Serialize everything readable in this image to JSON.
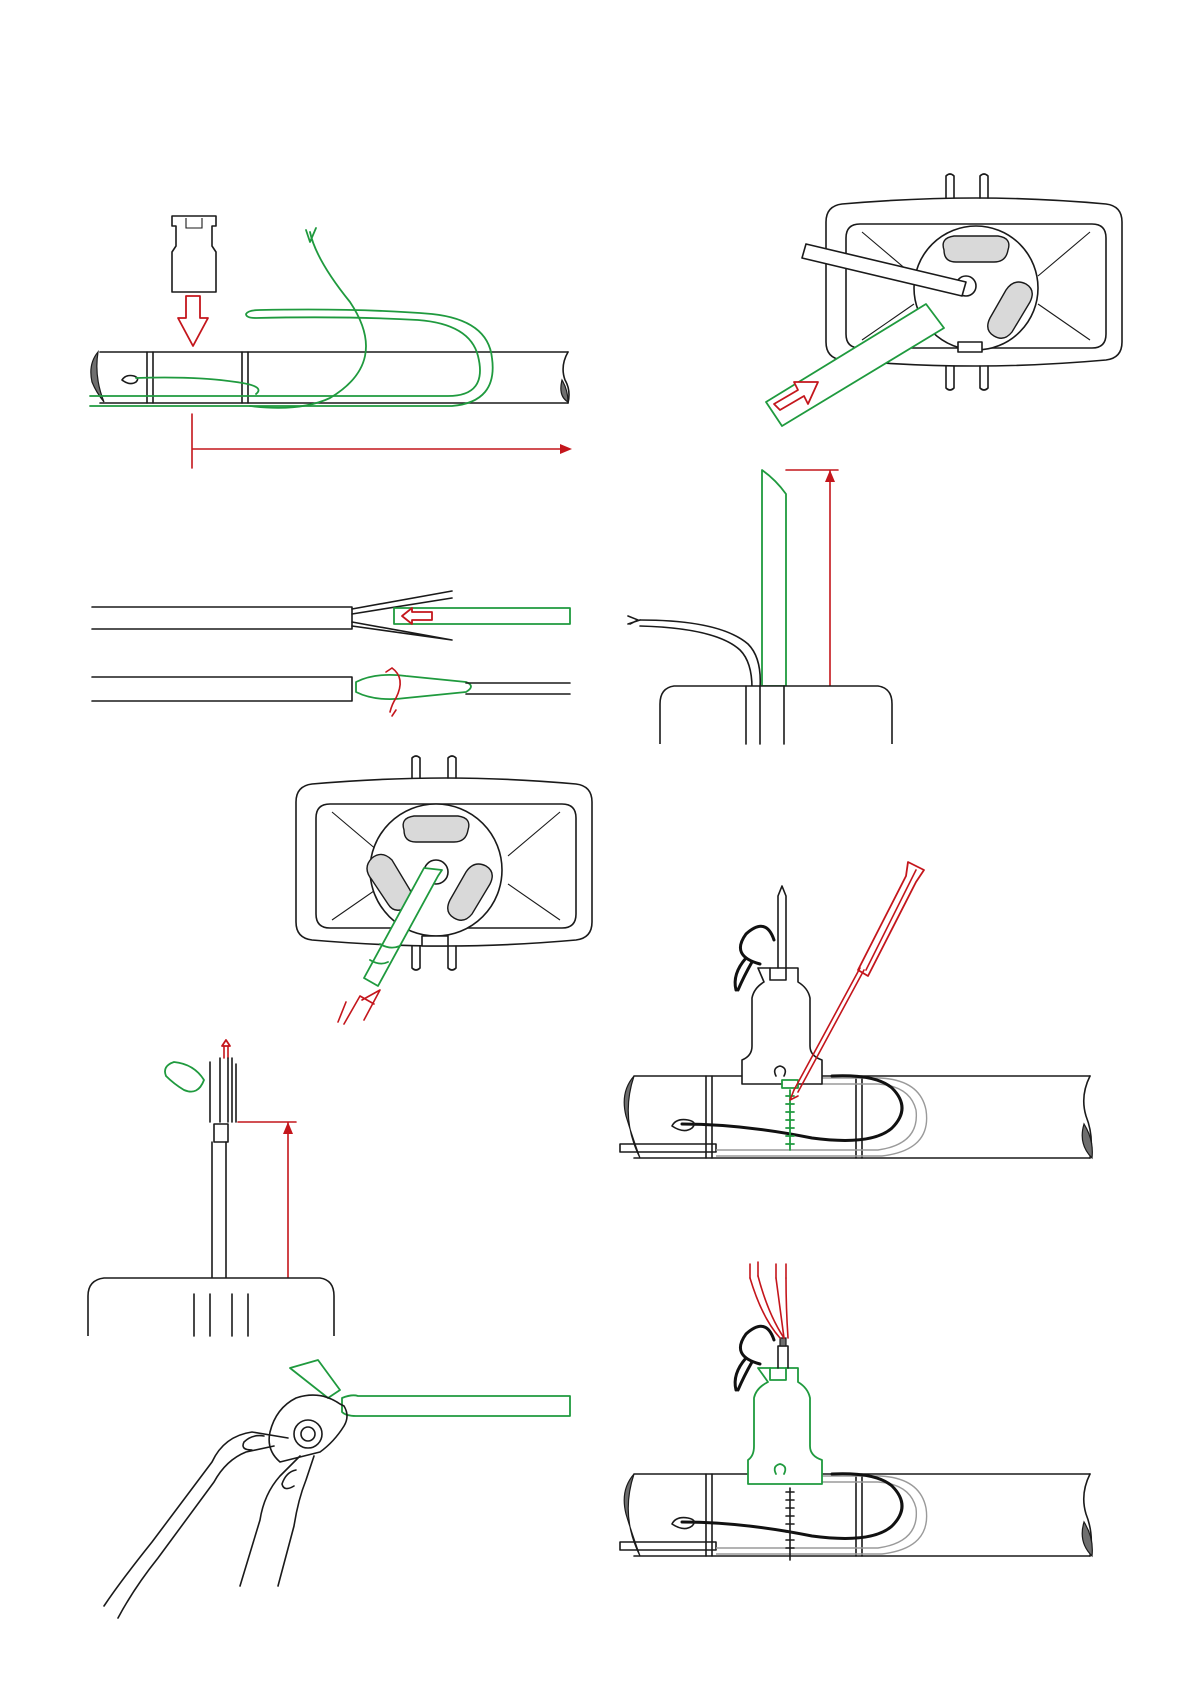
{
  "colors": {
    "line": "#1a1a1a",
    "accent_green": "#1f9a3e",
    "accent_red": "#c4161c",
    "fill_gray": "#d9d9d9",
    "background": "#ffffff"
  },
  "figure": {
    "steps": [
      {
        "id": "step-1",
        "icon": "pipe-with-heating-cable-icon"
      },
      {
        "id": "step-2",
        "icon": "gland-housing-insertion-icon"
      },
      {
        "id": "step-3",
        "icon": "cable-strip-and-sleeve-icon"
      },
      {
        "id": "step-4",
        "icon": "cable-length-measure-icon"
      },
      {
        "id": "step-5",
        "icon": "gland-cable-through-icon"
      },
      {
        "id": "step-6",
        "icon": "screwdriver-tighten-icon"
      },
      {
        "id": "step-7",
        "icon": "stripped-conductors-icon"
      },
      {
        "id": "step-8",
        "icon": "cutter-trim-icon"
      },
      {
        "id": "step-9",
        "icon": "finished-connection-icon"
      }
    ]
  }
}
